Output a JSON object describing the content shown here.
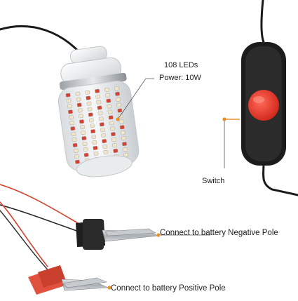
{
  "product_labels": {
    "leds": "108 LEDs",
    "power": "Power: 10W",
    "switch": "Switch",
    "negative_clip": "Connect to battery Negative Pole",
    "positive_clip": "Connect to battery Positive Pole"
  },
  "colors": {
    "callout": "#e8922a",
    "switch_button": "#e83a2c",
    "led_red": "#d6402f",
    "clip_red": "#e0513f",
    "clip_black": "#1e1e1e",
    "cable": "#1a1a1a"
  }
}
